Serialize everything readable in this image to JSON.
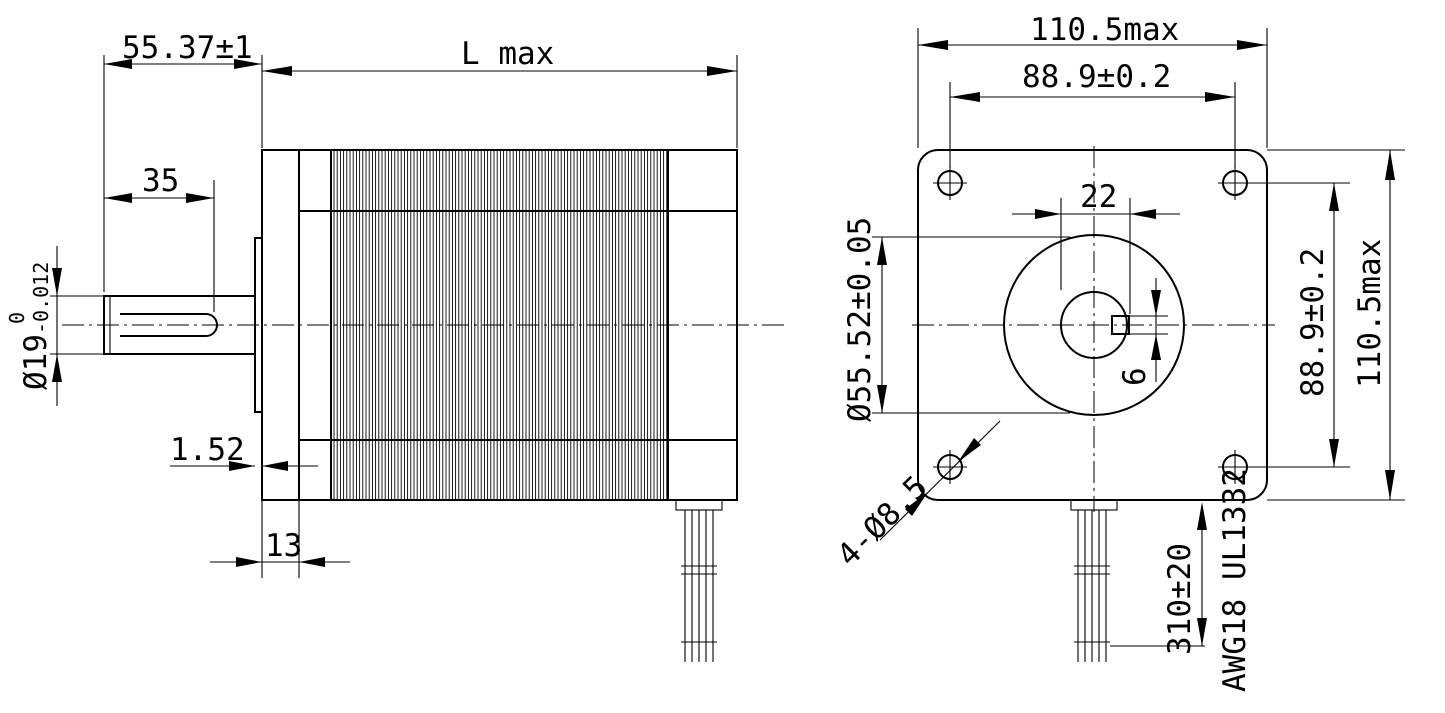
{
  "side_view": {
    "shaft_extension": "55.37±1",
    "shaft_key_length": "35",
    "body_length": "L max",
    "shaft_diameter": "Ø19",
    "shaft_tol_upper": "0",
    "shaft_tol_lower": "-0.012",
    "pilot_height": "1.52",
    "flange_thickness": "13"
  },
  "front_view": {
    "overall_width": "110.5max",
    "hole_spacing_h": "88.9±0.2",
    "key_width": "22",
    "pilot_diameter": "Ø55.52±0.05",
    "key_depth": "6",
    "hole_spacing_v": "88.9±0.2",
    "overall_height": "110.5max",
    "mounting_holes": "4-Ø8.5",
    "lead_length": "310±20",
    "wire_spec": "AWG18 UL1332"
  }
}
